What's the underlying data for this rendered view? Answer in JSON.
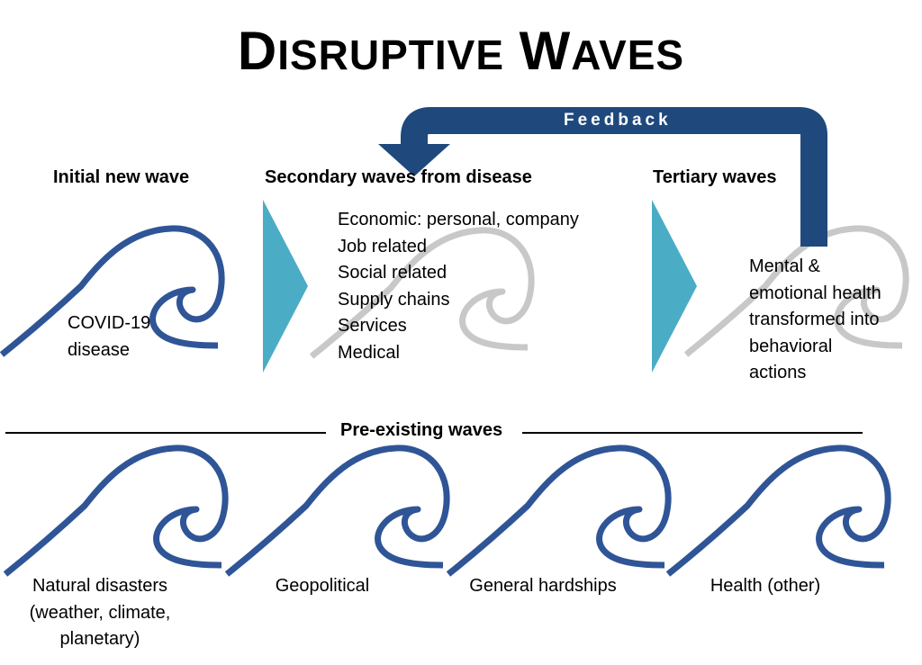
{
  "title": {
    "first_initial": "D",
    "first_rest": "ISRUPTIVE",
    "second_initial": "W",
    "second_rest": "AVES"
  },
  "feedback": {
    "label": "Feedback"
  },
  "initial": {
    "heading": "Initial new wave",
    "lines": [
      "COVID-19",
      "disease"
    ]
  },
  "secondary": {
    "heading": "Secondary waves from disease",
    "items": [
      "Economic: personal, company",
      "Job related",
      "Social related",
      "Supply chains",
      "Services",
      "Medical"
    ]
  },
  "tertiary": {
    "heading": "Tertiary waves",
    "lines": [
      "Mental &",
      "emotional health",
      "transformed into",
      "behavioral",
      "actions"
    ]
  },
  "preexisting": {
    "heading": "Pre-existing waves",
    "items": [
      {
        "lines": [
          "Natural disasters",
          "(weather, climate,",
          "planetary)"
        ]
      },
      {
        "lines": [
          "Geopolitical"
        ]
      },
      {
        "lines": [
          "General hardships"
        ]
      },
      {
        "lines": [
          "Health (other)"
        ]
      }
    ]
  },
  "colors": {
    "wave_blue": "#2f5597",
    "wave_gray": "#c8c8c8",
    "feedback_blue": "#1f497d",
    "arrow_teal": "#4bacc6"
  },
  "icons": [
    "wave-icon",
    "feedback-arrow-icon",
    "chevron-right-icon"
  ]
}
